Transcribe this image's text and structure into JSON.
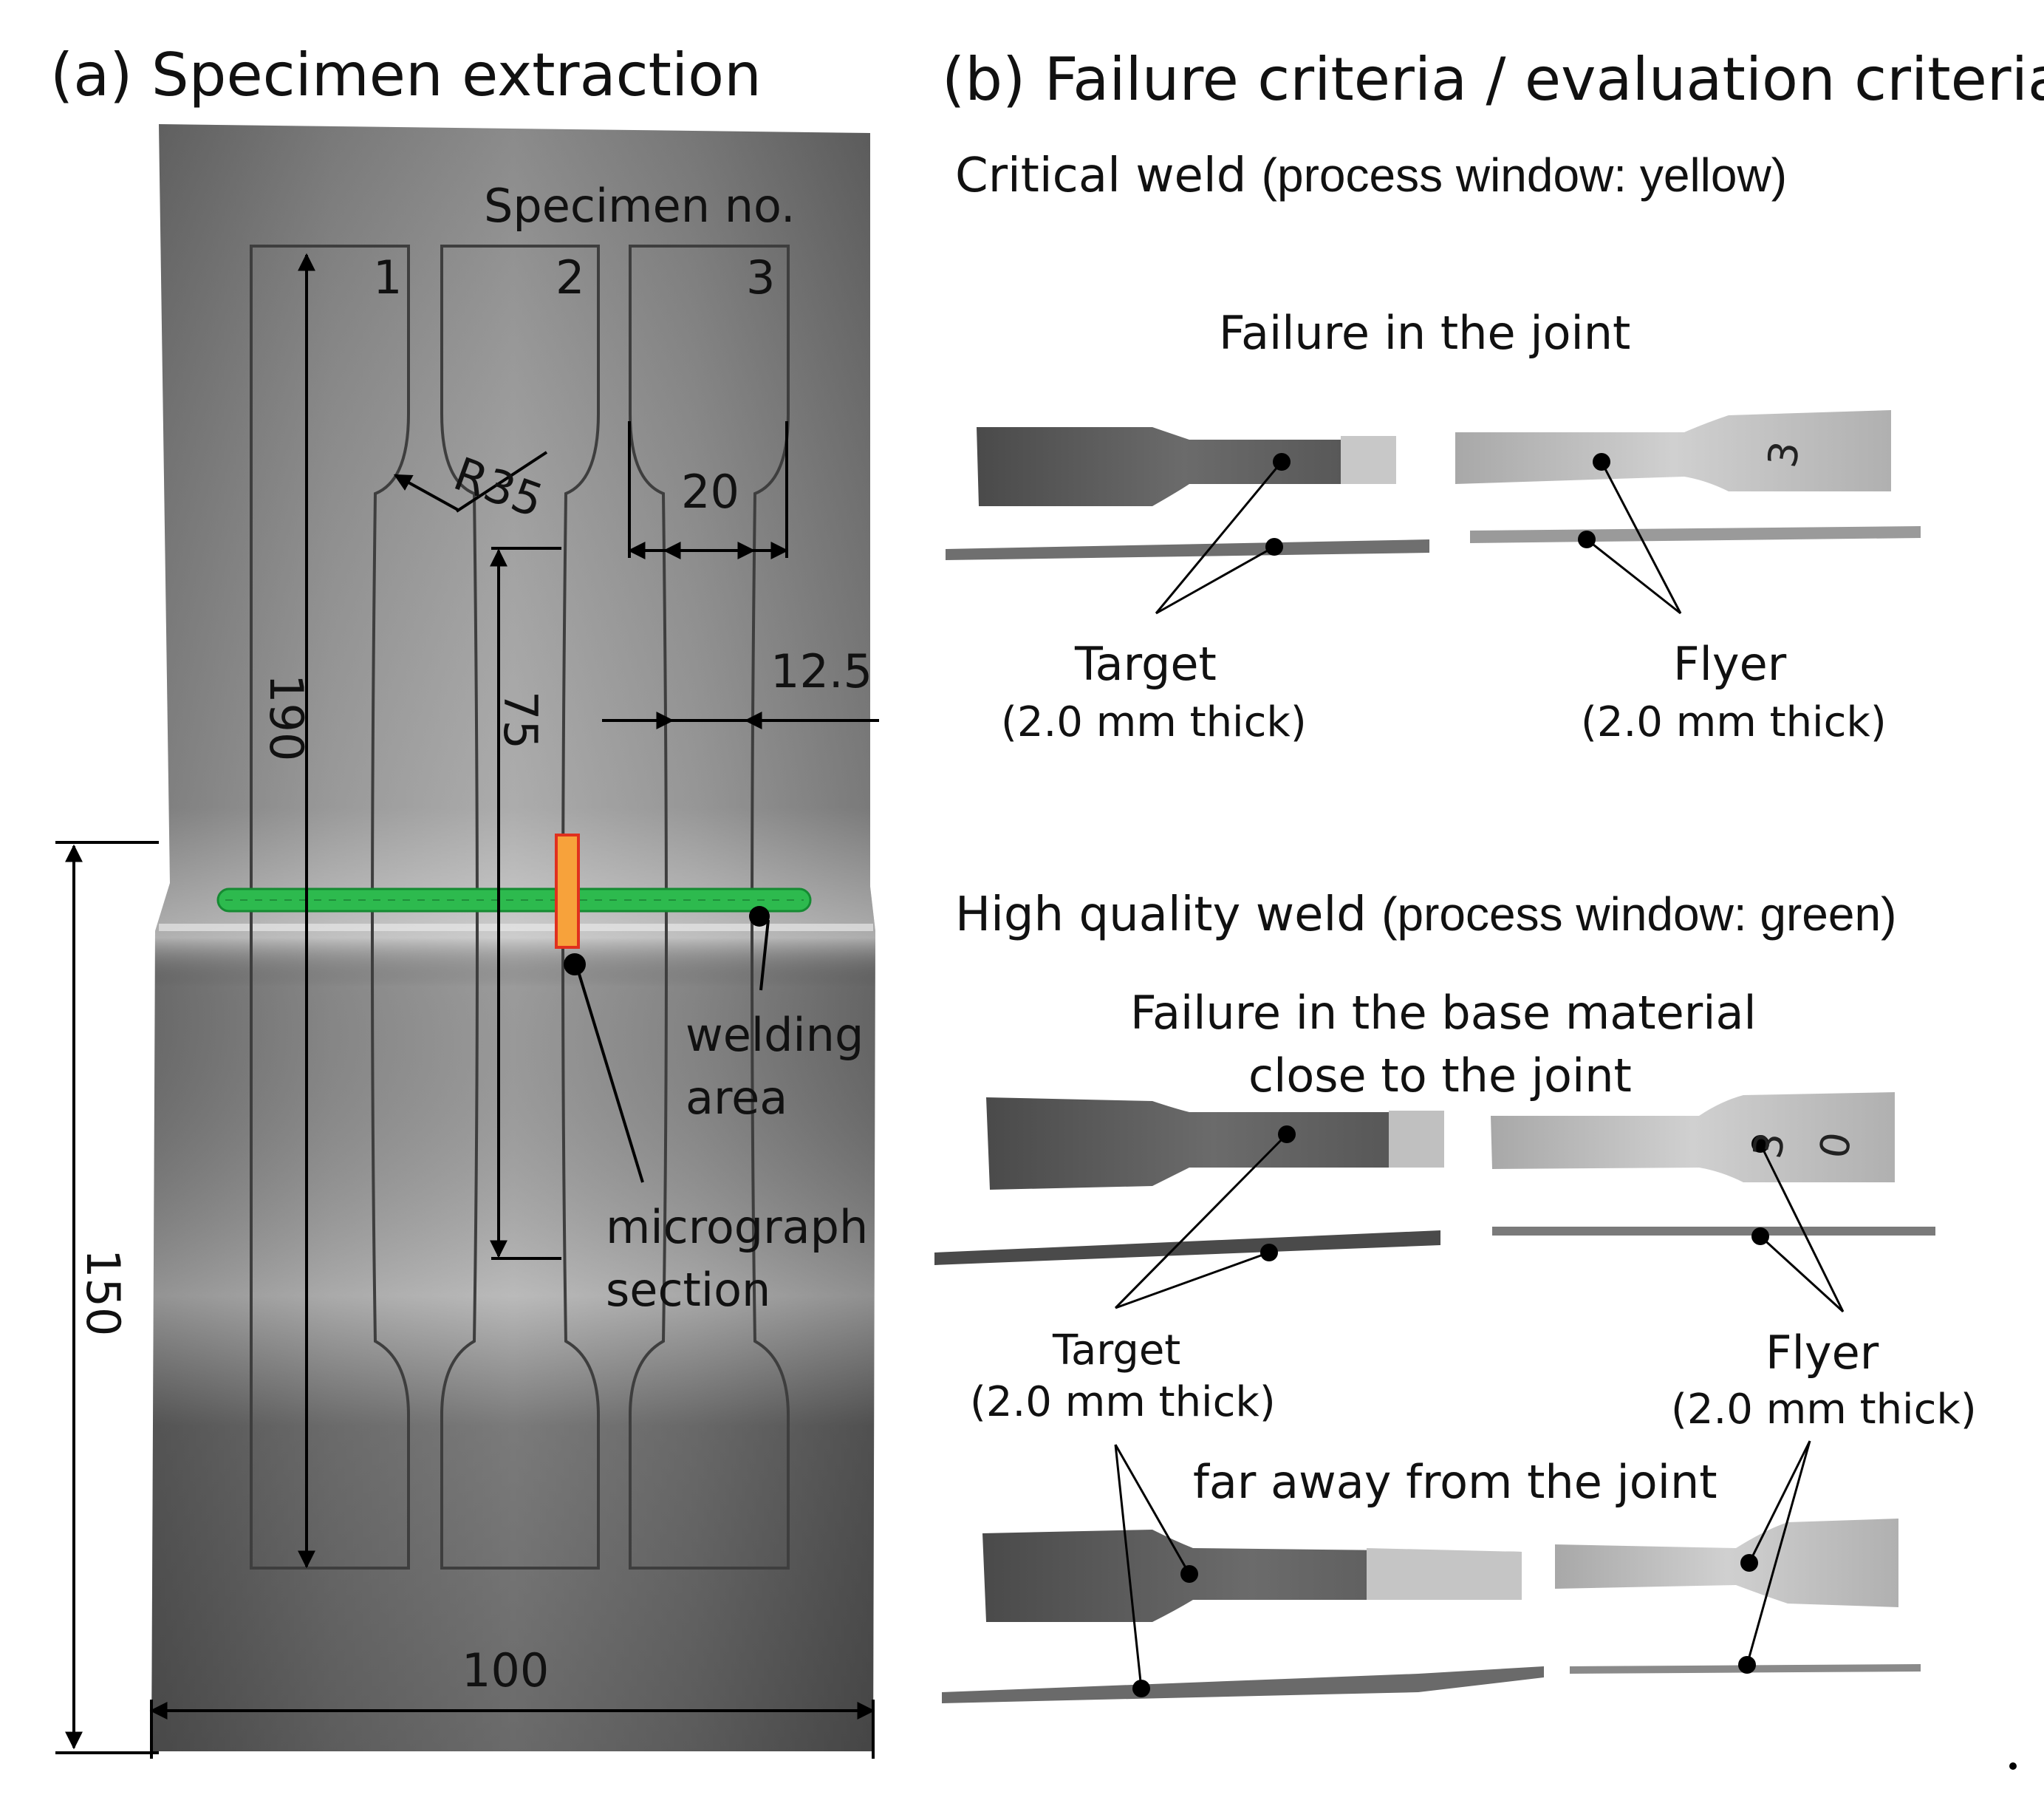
{
  "panel_a": {
    "title": "(a) Specimen extraction",
    "specimen_no_label": "Specimen no.",
    "specimen_numbers": [
      "1",
      "2",
      "3"
    ],
    "dimensions": {
      "radius": "R35",
      "neck_width": "20",
      "length_190": "190",
      "length_75": "75",
      "width_12_5": "12.5",
      "height_150": "150",
      "width_100": "100"
    },
    "welding_area": [
      "welding",
      "area"
    ],
    "micrograph_section": [
      "micrograph",
      "section"
    ]
  },
  "panel_b": {
    "title": "(b) Failure criteria / evaluation criteria",
    "critical": {
      "heading_bold": "Critical weld",
      "heading_rest": "(process window: yellow)",
      "failure": "Failure in the joint",
      "target": "Target",
      "target_thick": "(2.0 mm thick)",
      "flyer": "Flyer",
      "flyer_thick": "(2.0 mm thick)"
    },
    "high_quality": {
      "heading_bold": "High quality weld",
      "heading_rest": "(process window: green)",
      "failure_line1": "Failure in the base material",
      "failure_line2": "close to the joint",
      "target": "Target",
      "target_thick": "(2.0 mm thick)",
      "flyer": "Flyer",
      "flyer_thick": "(2.0 mm thick)",
      "far_away": "far away from the joint"
    },
    "specimen_marks": [
      "3",
      "0"
    ]
  },
  "colors": {
    "weld_line": "#2dba4e",
    "micrograph_marker": "#f7a23b",
    "micrograph_border": "#e0301e",
    "sheet_metal": "#9a9a9a"
  }
}
